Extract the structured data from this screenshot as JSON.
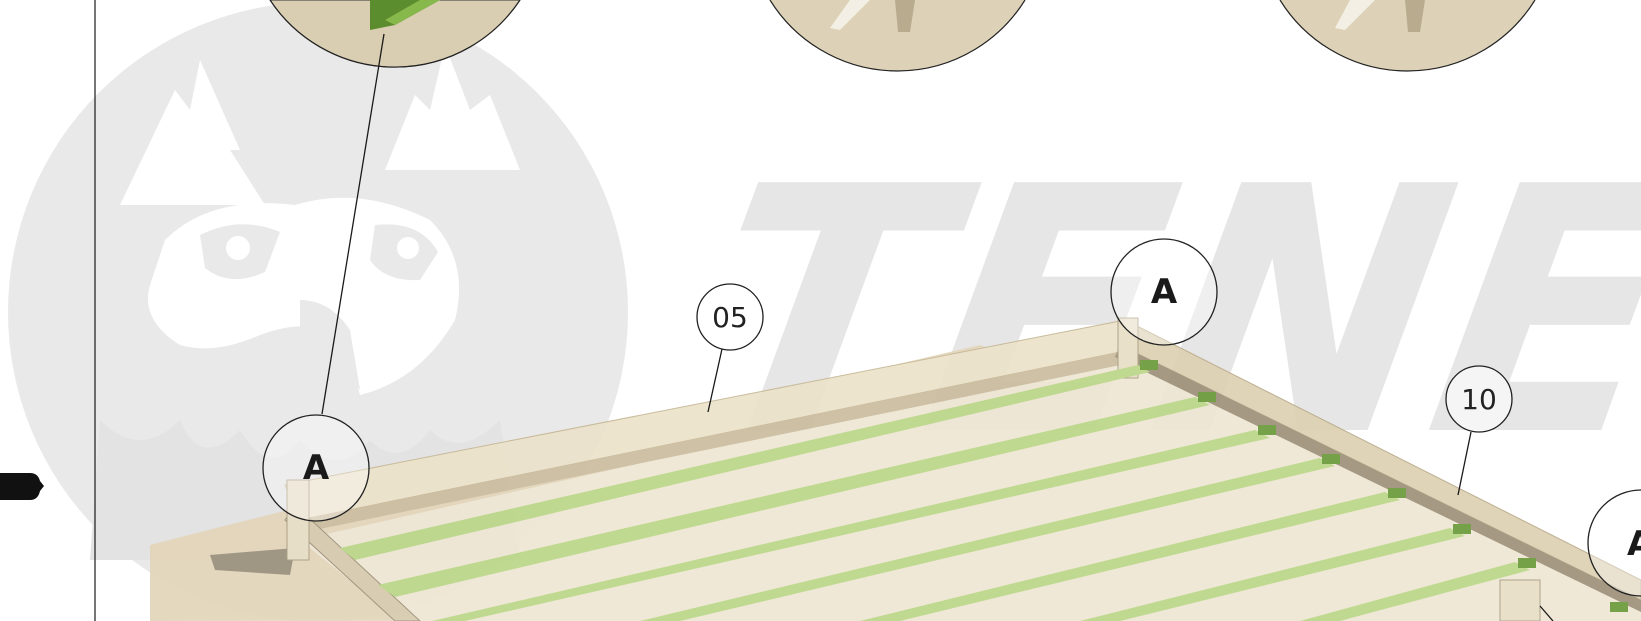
{
  "watermark": {
    "brand_text": "TENE",
    "logo": "eagle-head-with-pine-trees-in-circle"
  },
  "callouts": {
    "part_05": "05",
    "part_10": "10"
  },
  "detail_markers": {
    "left": "A",
    "center": "A",
    "right": "A"
  },
  "colors": {
    "frame": "#e4d7bd",
    "frame_shadow": "#cbbd9f",
    "slat": "#bdd98a",
    "slat_dark": "#6b9b3c",
    "watermark": "#e6e6e6",
    "line": "#1a1a1a"
  }
}
